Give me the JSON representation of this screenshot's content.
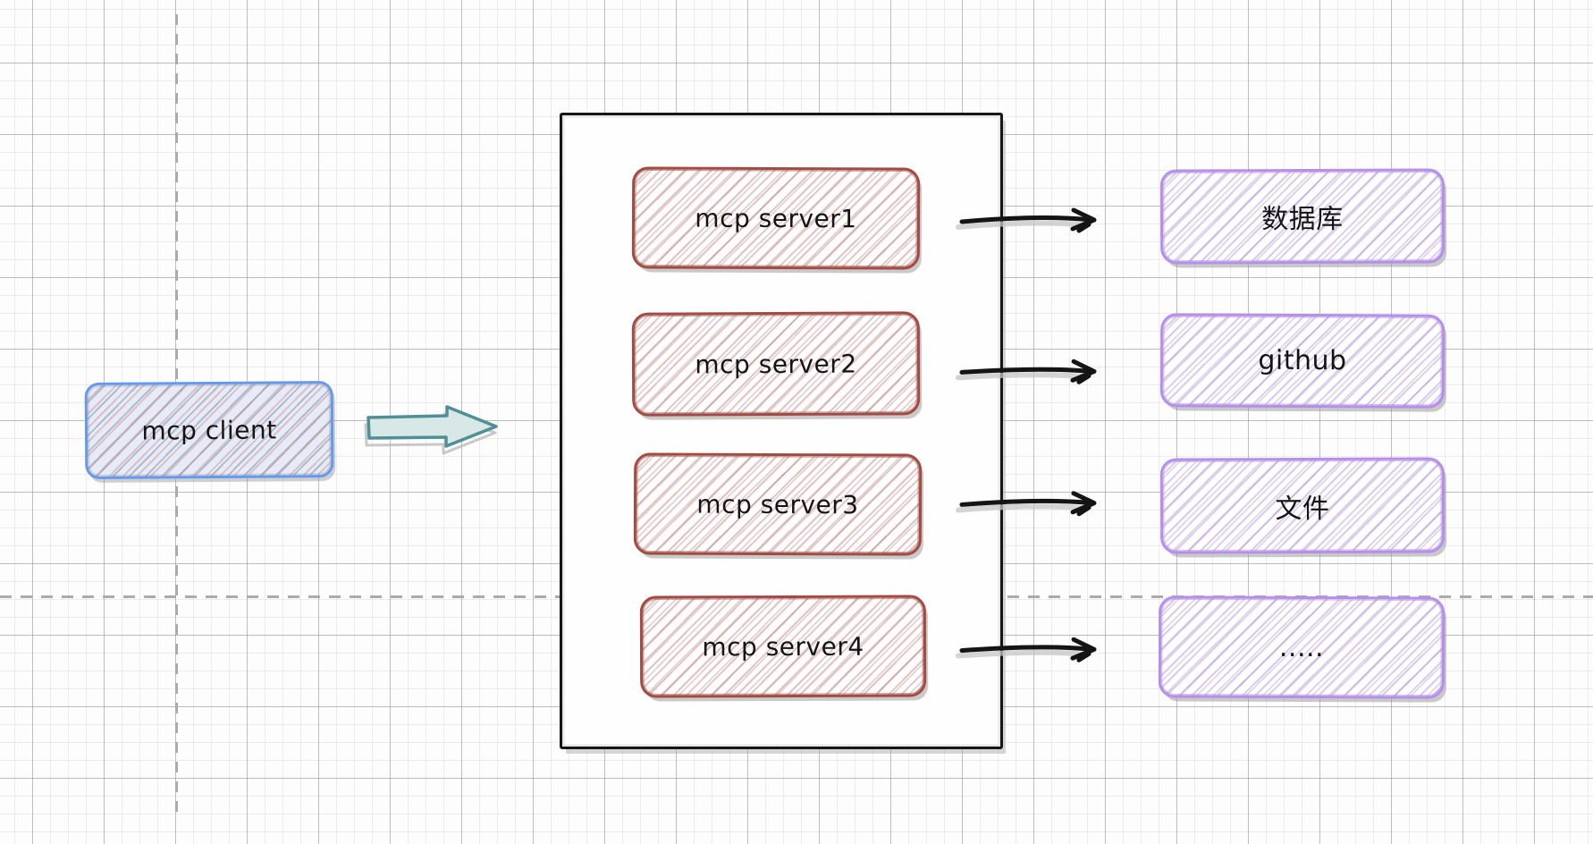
{
  "diagram": {
    "client": {
      "label": "mcp client"
    },
    "server_group": {
      "servers": [
        {
          "label": "mcp server1"
        },
        {
          "label": "mcp server2"
        },
        {
          "label": "mcp server3"
        },
        {
          "label": "mcp server4"
        }
      ]
    },
    "resources": [
      {
        "label": "数据库"
      },
      {
        "label": "github"
      },
      {
        "label": "文件"
      },
      {
        "label": "....."
      }
    ],
    "icons": {
      "flow_arrow": "block-arrow-right",
      "connectors": "arrow-right"
    },
    "colors": {
      "client_border": "#639af0",
      "client_fill": "#e6ebf8",
      "server_border": "#a14b42",
      "resource_border": "#b58fe8",
      "group_border": "#161616",
      "flow_arrow_border": "#4f9096",
      "flow_arrow_fill": "#d7e8e6",
      "connector_stroke": "#141414",
      "guide_line": "#ababab",
      "grid_major": "#969696",
      "grid_minor": "#e9e2e6",
      "text": "#141414"
    }
  }
}
